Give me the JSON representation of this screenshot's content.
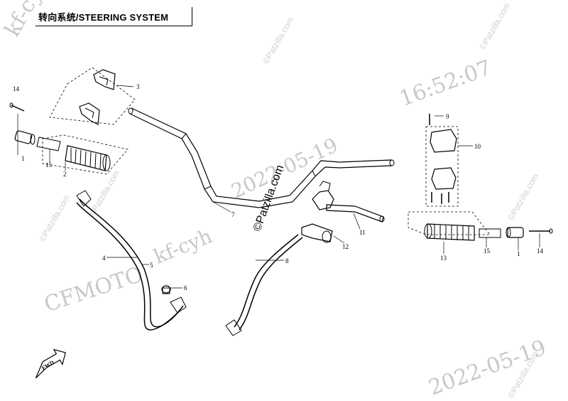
{
  "title": "转向系统/STEERING SYSTEM",
  "watermarks": {
    "brand": "CFMOTO",
    "user": "kf-cyh",
    "date": "2022-05-19",
    "time": "16:52:07",
    "site": "©Patzilla.com"
  },
  "callouts": [
    "1",
    "2",
    "3",
    "4",
    "5",
    "6",
    "7",
    "8",
    "9",
    "10",
    "11",
    "12",
    "13",
    "14",
    "15"
  ],
  "fwd_label": "FWD"
}
